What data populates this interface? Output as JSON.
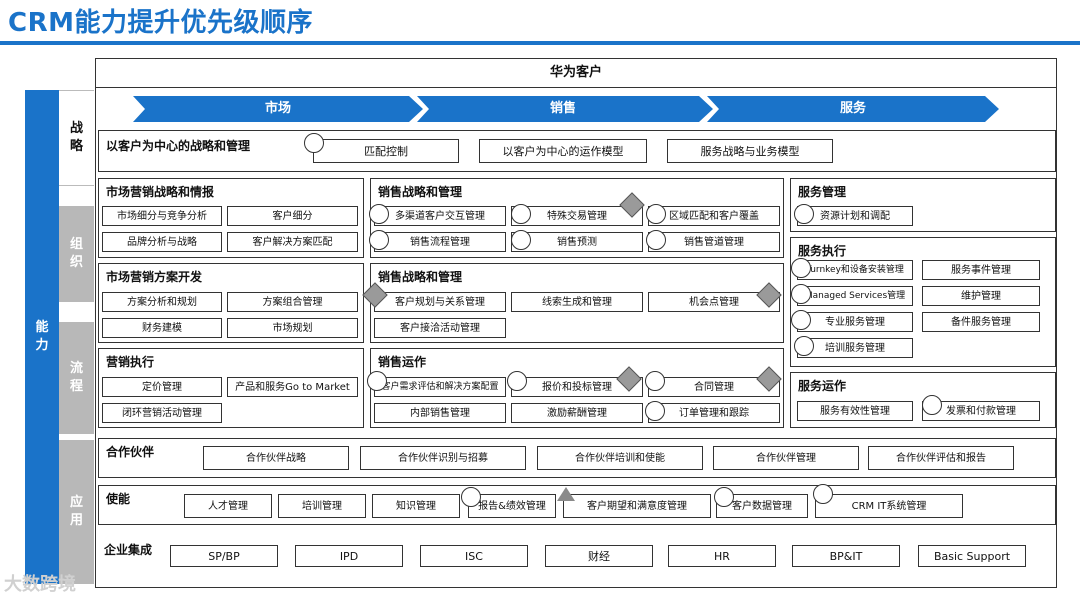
{
  "title": "CRM能力提升优先级顺序",
  "header_top": "华为客户",
  "side": {
    "capability": "能力",
    "strategy": "战略",
    "organization": "组织",
    "process": "流程",
    "application": "应用"
  },
  "stages": [
    "市场",
    "销售",
    "服务"
  ],
  "customer_centric": {
    "title": "以客户为中心的战略和管理",
    "items": [
      "匹配控制",
      "以客户为中心的运作模型",
      "服务战略与业务模型"
    ]
  },
  "market_strategy": {
    "title": "市场营销战略和情报",
    "items": [
      "市场细分与竞争分析",
      "客户细分",
      "品牌分析与战略",
      "客户解决方案匹配"
    ]
  },
  "sales_strategy": {
    "title": "销售战略和管理",
    "items": [
      "多渠道客户交互管理",
      "特殊交易管理",
      "区域匹配和客户覆盖",
      "销售流程管理",
      "销售预测",
      "销售管道管理"
    ]
  },
  "service_mgmt": {
    "title": "服务管理",
    "items": [
      "资源计划和调配"
    ]
  },
  "market_plan": {
    "title": "市场营销方案开发",
    "items": [
      "方案分析和规划",
      "方案组合管理",
      "财务建模",
      "市场规划"
    ]
  },
  "sales_mgmt2": {
    "title": "销售战略和管理",
    "items": [
      "客户规划与关系管理",
      "线索生成和管理",
      "机会点管理",
      "客户接洽活动管理"
    ]
  },
  "service_exec": {
    "title": "服务执行",
    "items": [
      "Turnkey和设备安装管理",
      "服务事件管理",
      "Managed Services管理",
      "维护管理",
      "专业服务管理",
      "备件服务管理",
      "培训服务管理"
    ]
  },
  "marketing_exec": {
    "title": "营销执行",
    "items": [
      "定价管理",
      "产品和服务Go to Market",
      "闭环营销活动管理"
    ]
  },
  "sales_ops": {
    "title": "销售运作",
    "items": [
      "客户需求评估和解决方案配置",
      "报价和投标管理",
      "合同管理",
      "内部销售管理",
      "激励薪酬管理",
      "订单管理和跟踪"
    ]
  },
  "service_ops": {
    "title": "服务运作",
    "items": [
      "服务有效性管理",
      "发票和付款管理"
    ]
  },
  "partners": {
    "title": "合作伙伴",
    "items": [
      "合作伙伴战略",
      "合作伙伴识别与招募",
      "合作伙伴培训和使能",
      "合作伙伴管理",
      "合作伙伴评估和报告"
    ]
  },
  "enable": {
    "title": "使能",
    "items": [
      "人才管理",
      "培训管理",
      "知识管理",
      "报告&绩效管理",
      "客户期望和满意度管理",
      "客户数据管理",
      "CRM IT系统管理"
    ]
  },
  "enterprise": {
    "title": "企业集成",
    "items": [
      "SP/BP",
      "IPD",
      "ISC",
      "财经",
      "HR",
      "BP&IT",
      "Basic Support"
    ]
  },
  "watermark": "大数跨境",
  "colors": {
    "accent": "#1a73c9",
    "grey": "#b8b8b8",
    "marker": "#9a9a9a"
  }
}
